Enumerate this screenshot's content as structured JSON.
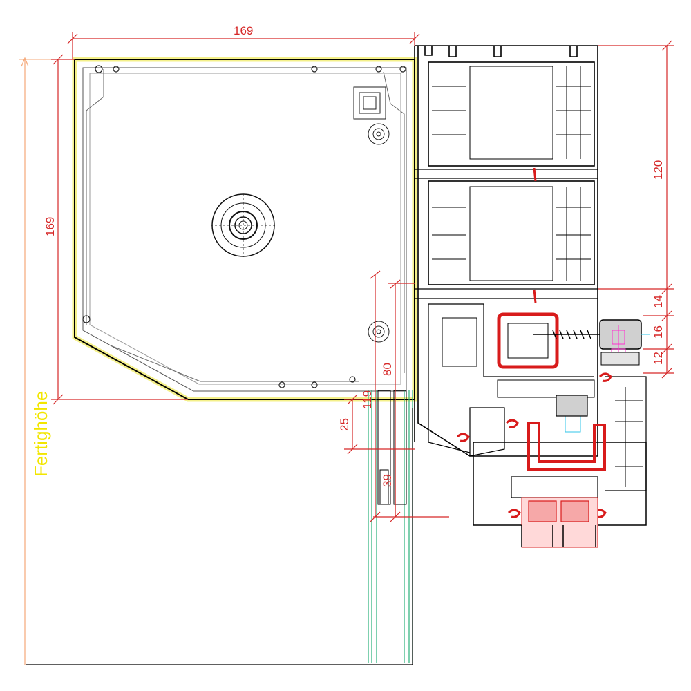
{
  "drawing": {
    "height_label": "Fertighöhe",
    "dimensions": {
      "box_width": "169",
      "box_height": "169",
      "frame_upper": "120",
      "d14": "14",
      "d16": "16",
      "d12": "12",
      "d80": "80",
      "d119": "119",
      "d25": "25",
      "d39": "39"
    }
  },
  "colors": {
    "dimension": "#d62828",
    "label": "#f2e600",
    "outline": "#000000",
    "box_highlight": "#f4f08a",
    "guide_green": "#2ab07a",
    "seal_red": "#d81b1b",
    "screw_magenta": "#ff2fd0",
    "screw_cyan": "#32c5e8",
    "insulation_pink": "#ffd9d9"
  }
}
